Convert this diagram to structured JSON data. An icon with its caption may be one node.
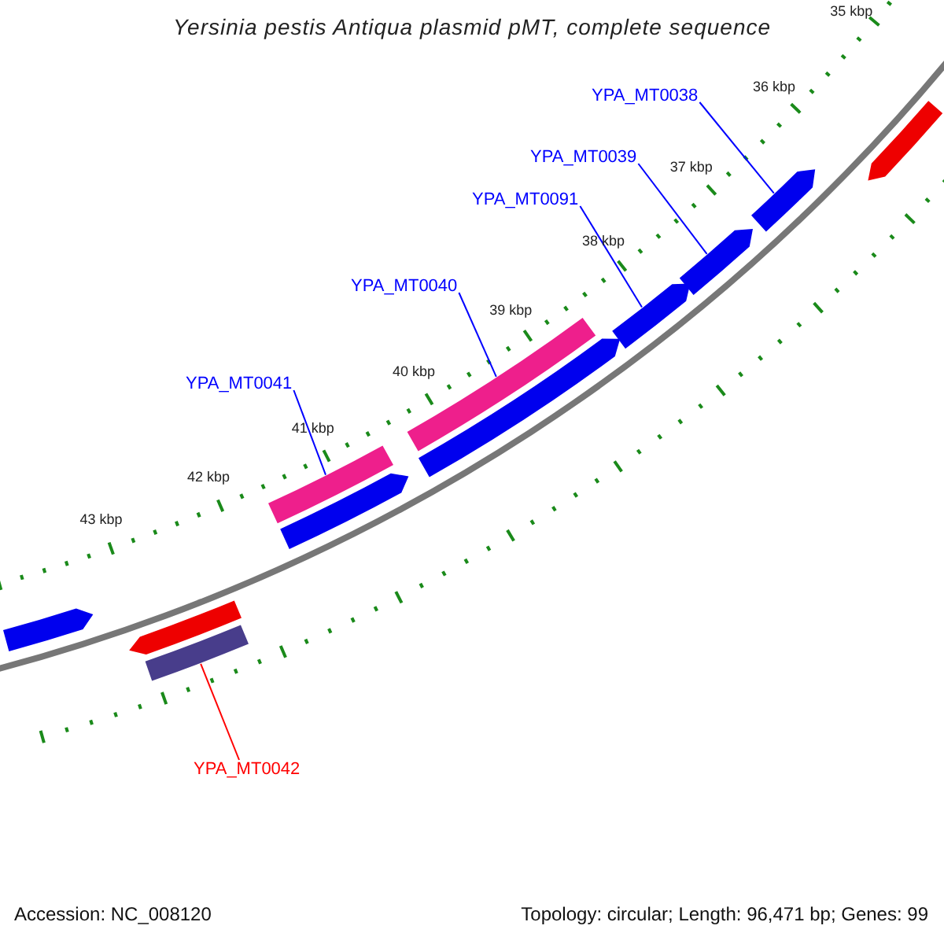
{
  "diagram": {
    "title": "Yersinia pestis Antiqua plasmid pMT, complete sequence",
    "nodes": [
      {
        "text": [
          "YPA_MT0038"
        ]
      },
      {
        "text": [],
        "shape": "arrow"
      },
      {
        "text": [
          "YPA_MT0039"
        ]
      },
      {
        "text": [],
        "shape": "arrow"
      },
      {
        "text": [
          "YPA_MT0091"
        ]
      },
      {
        "text": [],
        "shape": "arrow"
      },
      {
        "text": [
          "YPA_MT0040"
        ]
      },
      {
        "text": [],
        "shape": "bar"
      },
      {
        "text": [
          "YPA_MT0041"
        ]
      },
      {
        "text": [],
        "shape": "bar"
      },
      {
        "text": [
          "YPA_MT0042"
        ]
      },
      {
        "text": [],
        "shape": "bar"
      },
      {
        "text": [],
        "shape": "arrow"
      },
      {
        "text": [],
        "shape": "arrow"
      },
      {
        "text": [],
        "shape": "arrow"
      },
      {
        "text": [],
        "shape": "arrow"
      },
      {
        "text": [],
        "shape": "arrow"
      }
    ],
    "edges": [
      {
        "from": 0,
        "to": 1,
        "arrow": "none"
      },
      {
        "from": 2,
        "to": 3,
        "arrow": "none"
      },
      {
        "from": 4,
        "to": 5,
        "arrow": "none"
      },
      {
        "from": 6,
        "to": 7,
        "arrow": "none"
      },
      {
        "from": 8,
        "to": 9,
        "arrow": "none"
      },
      {
        "from": 10,
        "to": 11,
        "arrow": "none",
        "color": "#ff0000"
      }
    ],
    "labels": [
      "35 kbp",
      "36 kbp",
      "37 kbp",
      "38 kbp",
      "39 kbp",
      "40 kbp",
      "41 kbp",
      "42 kbp",
      "43 kbp",
      "Accession: NC_008120",
      "Topology: circular; Length: 96,471 bp; Genes: 99"
    ]
  }
}
